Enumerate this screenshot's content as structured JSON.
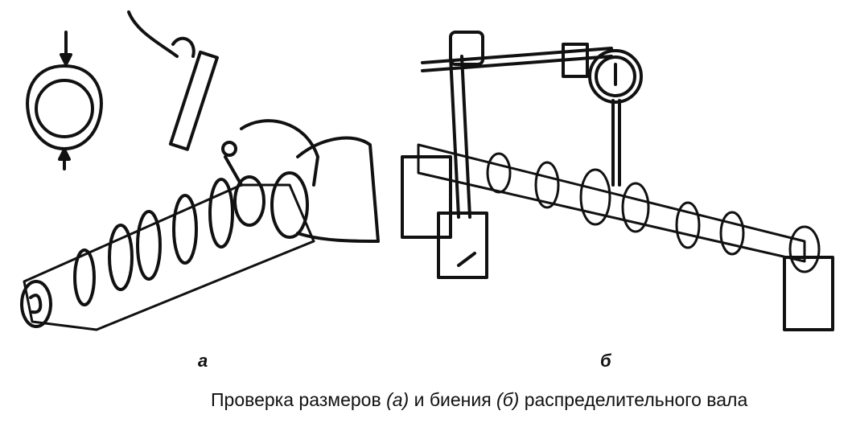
{
  "figure": {
    "label_a": "а",
    "label_b": "б",
    "caption_part1": "Проверка размеров ",
    "caption_a": "(а)",
    "caption_part2": " и биения ",
    "caption_b": "(б)",
    "caption_part3": " распределительного вала"
  }
}
